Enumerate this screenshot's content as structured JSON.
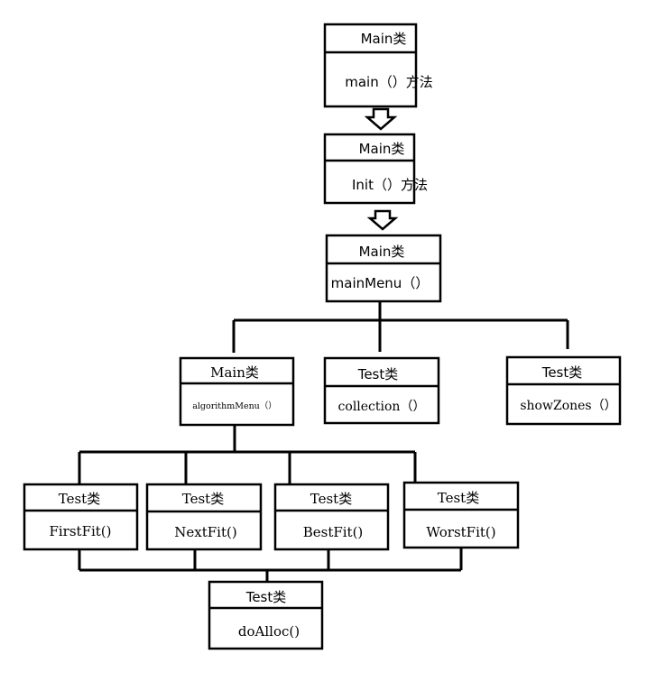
{
  "boxes": {
    "main_main": {
      "title": "Main类",
      "method": "main（）方法"
    },
    "main_init": {
      "title": "Main类",
      "method": "Init（）方法"
    },
    "main_menu": {
      "title": "Main类",
      "method": "mainMenu（）"
    },
    "main_algorithm": {
      "title": "Main类",
      "method": "algorithmMenu（）"
    },
    "test_collection": {
      "title": "Test类",
      "method": "collection（）"
    },
    "test_showzones": {
      "title": "Test类",
      "method": "showZones（）"
    },
    "test_firstfit": {
      "title": "Test类",
      "method": "FirstFit()"
    },
    "test_nextfit": {
      "title": "Test类",
      "method": "NextFit()"
    },
    "test_bestfit": {
      "title": "Test类",
      "method": "BestFit()"
    },
    "test_worstfit": {
      "title": "Test类",
      "method": "WorstFit()"
    },
    "test_doalloc": {
      "title": "Test类",
      "method": "doAlloc()"
    }
  }
}
